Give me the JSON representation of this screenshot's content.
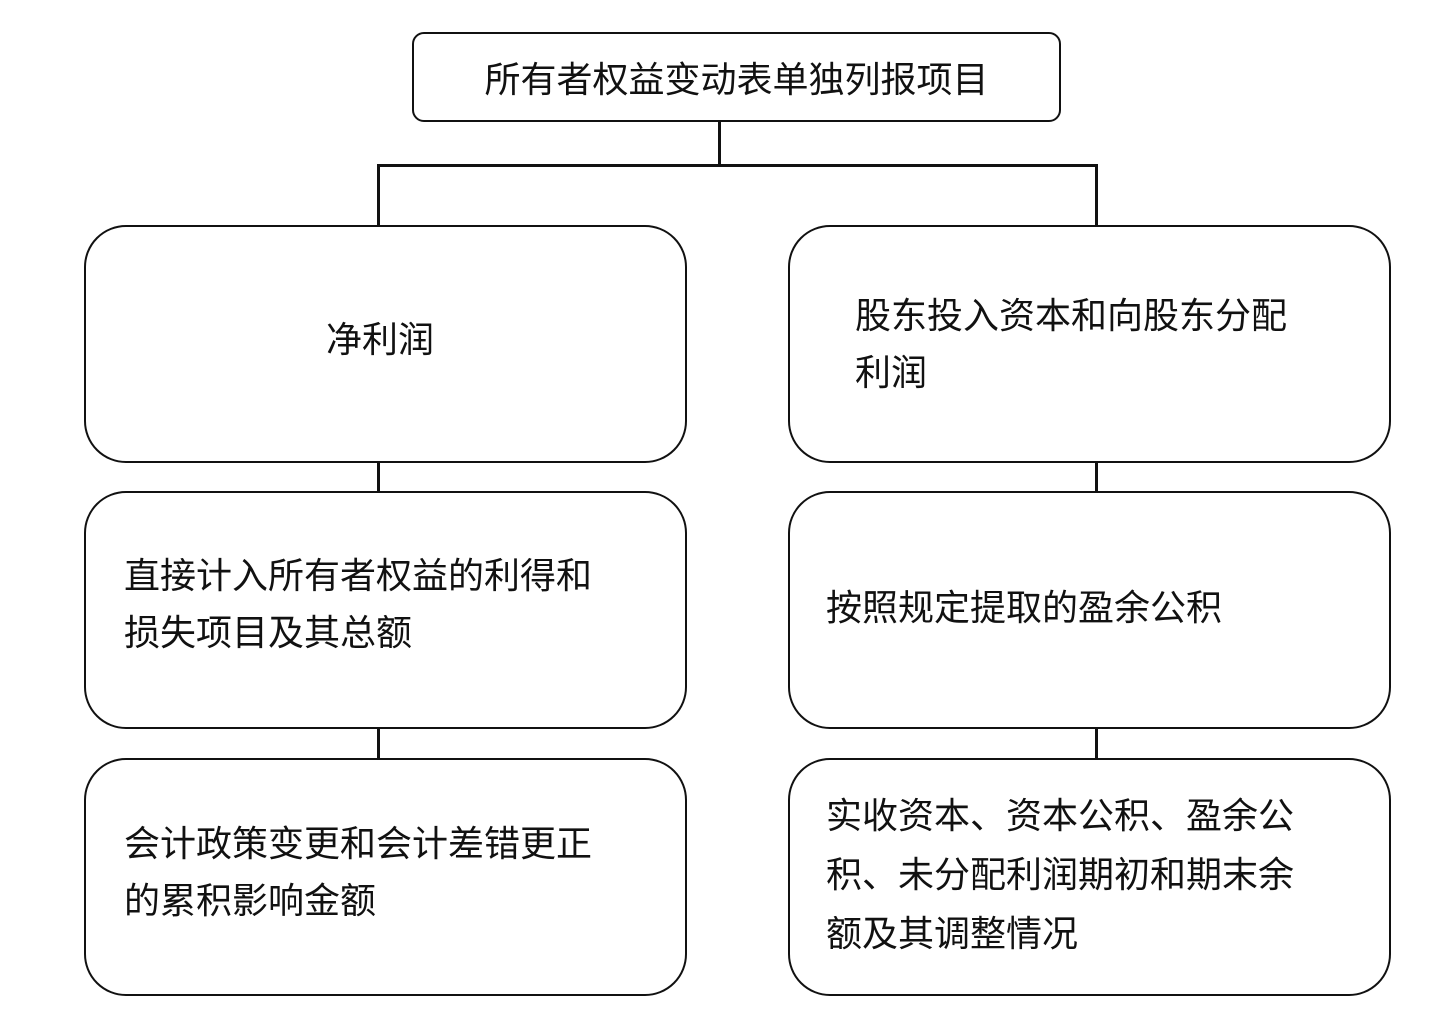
{
  "root": {
    "label": "所有者权益变动表单独列报项目"
  },
  "left": [
    {
      "label": "净利润"
    },
    {
      "label": "直接计入所有者权益的利得和\n损失项目及其总额"
    },
    {
      "label": "会计政策变更和会计差错更正\n的累积影响金额"
    }
  ],
  "right": [
    {
      "label": "股东投入资本和向股东分配\n利润"
    },
    {
      "label": "按照规定提取的盈余公积"
    },
    {
      "label": "实收资本、资本公积、盈余公\n积、未分配利润期初和期末余\n额及其调整情况"
    }
  ]
}
